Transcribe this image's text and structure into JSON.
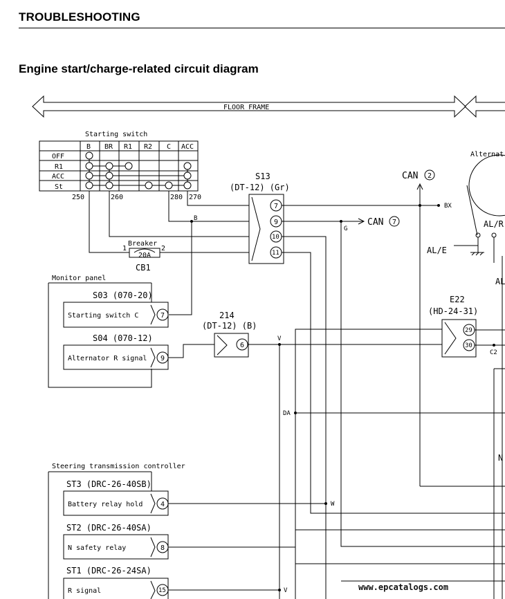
{
  "page": {
    "section_title": "TROUBLESHOOTING",
    "diagram_title": "Engine start/charge-related circuit diagram",
    "watermark": "www.epcatalogs.com"
  },
  "diagram": {
    "floor_frame": "FLOOR FRAME",
    "starting_switch": {
      "title": "Starting switch",
      "columns": [
        "B",
        "BR",
        "R1",
        "R2",
        "C",
        "ACC"
      ],
      "rows": [
        "OFF",
        "R1",
        "ACC",
        "St"
      ],
      "terminals": [
        "250",
        "260",
        "280",
        "270"
      ]
    },
    "breaker": {
      "label": "Breaker",
      "rating": "20A",
      "name": "CB1",
      "pin1": "1",
      "pin2": "2"
    },
    "s13": {
      "name": "S13",
      "spec": "(DT-12) (Gr)",
      "pins": [
        "7",
        "9",
        "10",
        "11"
      ]
    },
    "can2": {
      "text": "CAN",
      "num": "2"
    },
    "can7": {
      "text": "CAN",
      "num": "7"
    },
    "wire_labels": {
      "b": "B",
      "bx": "BX",
      "g": "G",
      "v1": "V",
      "da": "DA",
      "w": "W",
      "v2": "V",
      "c2": "C2"
    },
    "monitor_panel": {
      "title": "Monitor panel",
      "s03": {
        "name": "S03 (070-20)",
        "signal": "Starting switch C",
        "pin": "7"
      },
      "s04": {
        "name": "S04 (070-12)",
        "signal": "Alternator R signal",
        "pin": "9"
      }
    },
    "c214": {
      "name": "214",
      "spec": "(DT-12) (B)",
      "pin": "6"
    },
    "e22": {
      "name": "E22",
      "spec": "(HD-24-31)",
      "pins": [
        "29",
        "30"
      ]
    },
    "alternator": {
      "label": "Alternat",
      "al_r": "AL/R",
      "al_e": "AL/E",
      "al_side": "AL"
    },
    "n_side": "N",
    "steering_controller": {
      "title": "Steering transmission controller",
      "st3": {
        "name": "ST3 (DRC-26-40SB)",
        "signal": "Battery relay hold",
        "pin": "4"
      },
      "st2": {
        "name": "ST2 (DRC-26-40SA)",
        "signal": "N safety relay",
        "pin": "8"
      },
      "st1": {
        "name": "ST1 (DRC-26-24SA)",
        "signal": "R signal",
        "pin": "15"
      }
    }
  }
}
